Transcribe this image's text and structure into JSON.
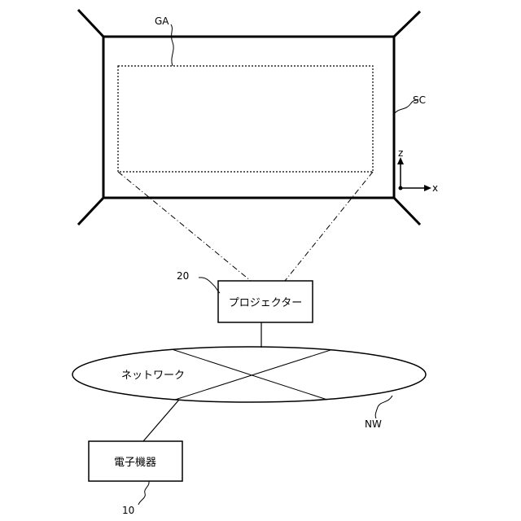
{
  "labels": {
    "ga": "GA",
    "sc": "SC",
    "projector_ref": "20",
    "projector": "プロジェクター",
    "network": "ネットワーク",
    "nw": "NW",
    "device": "電子機器",
    "device_ref": "10"
  },
  "axes": {
    "z": "z",
    "x": "x"
  }
}
